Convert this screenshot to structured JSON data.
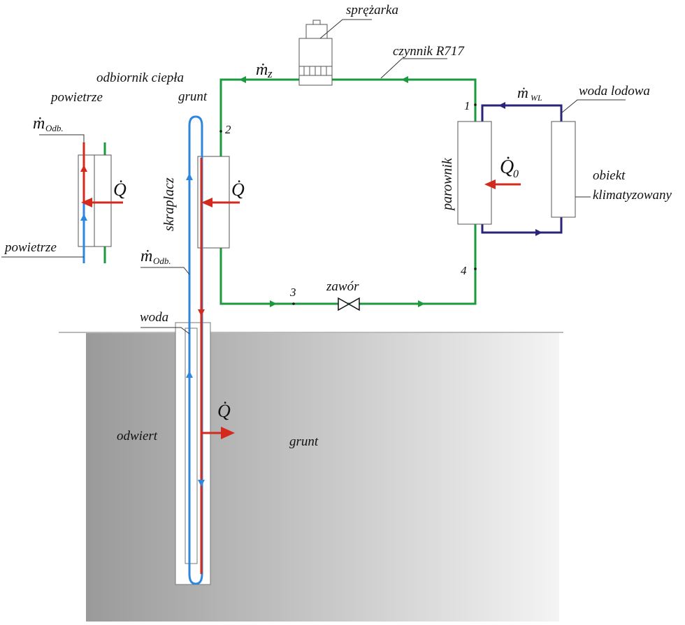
{
  "labels": {
    "compressor": "sprężarka",
    "refrigerant": "czynnik R717",
    "mass_flow_refrigerant": "ṁ",
    "mass_flow_refrigerant_sub": "z",
    "heat_receiver": "odbiornik ciepła",
    "ground_top": "grunt",
    "air_top": "powietrze",
    "air_bottom": "powietrze",
    "mass_flow_receiver_left": "ṁ",
    "mass_flow_receiver_left_sub": "Odb.",
    "heat_left": "Q̇",
    "condenser": "skraplacz",
    "heat_condenser": "Q̇",
    "mass_flow_receiver_mid": "ṁ",
    "mass_flow_receiver_mid_sub": "Odb.",
    "water": "woda",
    "borehole": "odwiert",
    "ground": "grunt",
    "heat_ground": "Q̇",
    "valve": "zawór",
    "point_1": "1",
    "point_2": "2",
    "point_3": "3",
    "point_4": "4",
    "evaporator": "parownik",
    "heat_evaporator": "Q̇",
    "heat_evaporator_sub": "0",
    "mass_flow_chilled": "ṁ",
    "mass_flow_chilled_sub": "WL",
    "chilled_water": "woda lodowa",
    "object_line1": "obiekt",
    "object_line2": "klimatyzowany"
  },
  "colors": {
    "refrigerant_loop": "#1a9a3c",
    "hot_fluid": "#d42a1e",
    "cold_fluid": "#2e86de",
    "chilled_water_loop": "#2a237a",
    "ground_dark": "#9a9a9a",
    "ground_light": "#f2f2f2",
    "outline": "#555555"
  },
  "icons": {
    "compressor": "compressor-icon",
    "valve": "expansion-valve-icon"
  }
}
